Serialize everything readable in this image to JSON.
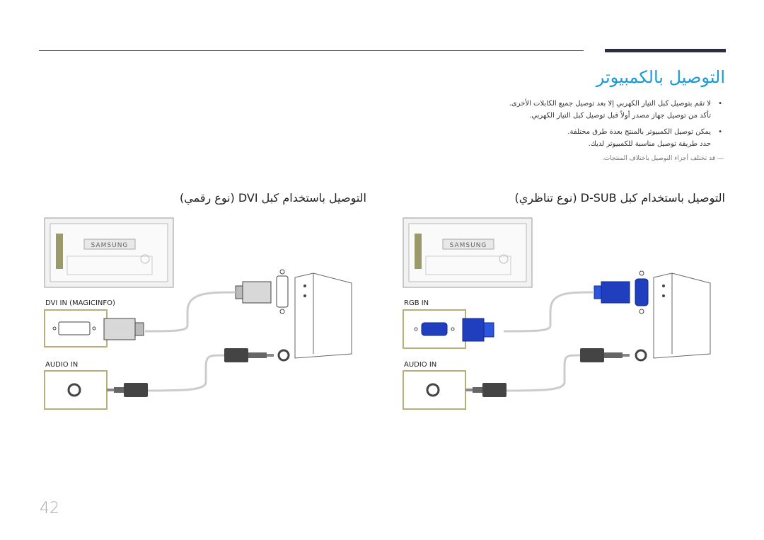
{
  "page": {
    "title": "التوصيل بالكمبيوتر",
    "bullets": [
      "لا تقم بتوصيل كبل التيار الكهربي إلا بعد توصيل جميع الكابلات الأخرى.",
      "تأكد من توصيل جهاز مصدر أولاً قبل توصيل كبل التيار الكهربي.",
      "يمكن توصيل الكمبيوتر بالمنتج بعدة طرق مختلفة.",
      "حدد طريقة توصيل مناسبة للكمبيوتر لديك."
    ],
    "note": "― قد تختلف أجزاء التوصيل باختلاف المنتجات.",
    "page_number": "42"
  },
  "sections": {
    "dsub": {
      "title": "التوصيل باستخدام كبل D-SUB (نوع تناظري)",
      "port_video": "RGB IN",
      "port_audio": "AUDIO IN",
      "brand": "SAMSUNG"
    },
    "dvi": {
      "title": "التوصيل باستخدام كبل DVI (نوع رقمي)",
      "port_video": "DVI IN (MAGICINFO)",
      "port_audio": "AUDIO IN",
      "brand": "SAMSUNG"
    }
  },
  "colors": {
    "title_accent": "#1a9ad6",
    "vga_blue": "#1f3fbf",
    "port_frame": "#b5b07a"
  }
}
